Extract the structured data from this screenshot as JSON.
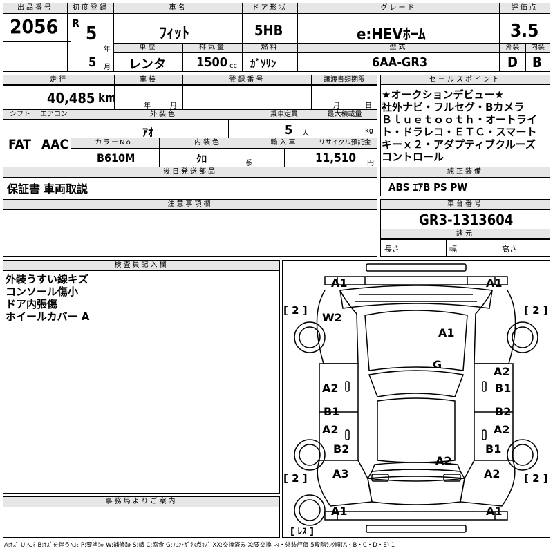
{
  "header": {
    "lot_label": "出品番号",
    "lot": "2056",
    "first_reg_label": "初度登録",
    "era": "R",
    "reg_year": "5",
    "year_unit": "年",
    "reg_month": "5",
    "month_unit": "月",
    "car_name_label": "車名",
    "car_name": "ﾌｨｯﾄ",
    "door_label": "ドア形状",
    "door": "5HB",
    "grade_label": "グレード",
    "grade": "e:HEVﾎｰﾑ",
    "score_label": "評価点",
    "score": "3.5",
    "history_label": "車歴",
    "history": "レンタ",
    "displacement_label": "排気量",
    "displacement": "1500",
    "cc_unit": "cc",
    "fuel_label": "燃料",
    "fuel": "ｶﾞｿﾘﾝ",
    "model_label": "型式",
    "model": "6AA-GR3",
    "exterior_label": "外装",
    "exterior_score": "D",
    "interior_label": "内装",
    "interior_score": "B"
  },
  "row2": {
    "mileage_label": "走行",
    "mileage": "40,485",
    "km_unit": "km",
    "inspection_label": "車検",
    "insp_year_unit": "年",
    "insp_month_unit": "月",
    "reg_no_label": "登録番号",
    "transfer_label": "譲渡書類期限",
    "transfer_month_unit": "月",
    "transfer_day_unit": "日",
    "shift_label": "シフト",
    "shift": "FAT",
    "ac_label": "エアコン",
    "ac": "AAC",
    "ext_color_label": "外装色",
    "ext_color": "ｱｵ",
    "capacity_label": "乗車定員",
    "capacity": "5",
    "capacity_unit": "人",
    "load_label": "最大積載量",
    "load_unit": "kg",
    "color_no_label": "カラーNo.",
    "color_no": "B610M",
    "int_color_label": "内装色",
    "int_color": "ｸﾛ",
    "int_unit": "系",
    "import_label": "輸入車",
    "recycle_label": "リサイクル預託金",
    "recycle": "11,510",
    "yen_unit": "円",
    "later_parts_label": "後日発送部品",
    "later_parts": "保証書 車両取説",
    "notes_label": "注意事項欄"
  },
  "right": {
    "sales_label": "セールスポイント",
    "sales_lines": [
      "★オークションデビュー★",
      "社外ナビ・フルセグ・Bカメラ",
      "Ｂｌｕｅｔｏｏｔｈ・オートライ",
      "ト・ドラレコ・ＥＴＣ・スマート",
      "キーｘ２・アダプティブクルーズ",
      "コントロール"
    ],
    "equipment_label": "純正装備",
    "equipment": "ABS ｴｱB PS PW",
    "chassis_label": "車台番号",
    "chassis": "GR3-1313604",
    "specs_label": "諸元",
    "length_label": "長さ",
    "width_label": "幅",
    "height_label": "高さ"
  },
  "inspector": {
    "label": "検査員記入欄",
    "lines": [
      "外装うすい線キズ",
      "コンソール傷小",
      "ドア内張傷",
      "ホイールカバー A"
    ]
  },
  "office": {
    "label": "事務局よりご案内"
  },
  "diagram": {
    "marks": {
      "a1_tl": "A1",
      "a1_tr": "A1",
      "b2_tl": "[ 2 ]",
      "b2_tr": "[ 2 ]",
      "w2": "W2",
      "a1_hood": "A1",
      "g": "G",
      "a2_l": "A2",
      "a2_r": "A2",
      "b1_r": "B1",
      "b1_l": "B1",
      "b2_r": "B2",
      "a2_l2": "A2",
      "a2_r2": "A2",
      "b2_l": "B2",
      "b1_r2": "B1",
      "a2_roof": "A2",
      "a3_l": "A3",
      "a2_r3": "A2",
      "b2_bl": "[ 2 ]",
      "b2_br": "[ 2 ]",
      "a1_bl": "A1",
      "a1_br": "A1",
      "less": "[ ﾚｽ ]"
    }
  },
  "legend": "A:ｷｽﾞ U:ﾍｺﾐ B:ｷｽﾞを伴うﾍｺﾐ P:要塗装 W:補修跡 S:錆 C:腐食 G:ﾌﾛﾝﾄｶﾞﾗｽ点ｷｽﾞ XX:交換済み X:要交換 内・外装評価 5段階ﾗﾝｸ順(A・B・C・D・E) 1"
}
